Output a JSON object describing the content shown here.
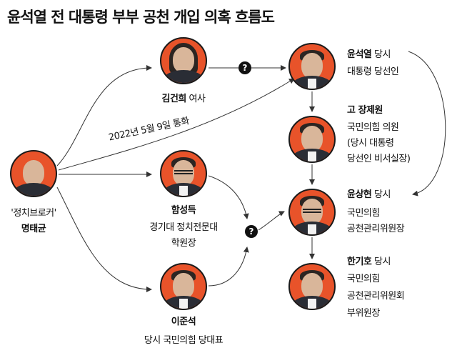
{
  "title": "윤석열 전 대통령 부부 공천 개입 의혹 흐름도",
  "question_mark": "?",
  "call_label": "2022년 5월 9일 통화",
  "people": {
    "kim": {
      "name": "김건희",
      "role": "여사"
    },
    "yoon": {
      "name": "윤석열",
      "role_suffix": "당시",
      "line2": "대통령 당선인"
    },
    "jang": {
      "name": "고 장제원",
      "line1": "국민의힘 의원",
      "line2": "(당시 대통령",
      "line3": "당선인 비서실장)"
    },
    "myung": {
      "prefix": "'정치브로커'",
      "name": "명태균"
    },
    "ham": {
      "name": "함성득",
      "line1": "경기대 정치전문대",
      "line2": "학원장"
    },
    "yunsang": {
      "name": "윤상현",
      "role_suffix": "당시",
      "line1": "국민의힘",
      "line2": "공천관리위원장"
    },
    "lee": {
      "name": "이준석",
      "line1": "당시 국민의힘 당대표"
    },
    "han": {
      "name": "한기호",
      "role_suffix": "당시",
      "line1": "국민의힘",
      "line2": "공천관리위원회",
      "line3": "부위원장"
    }
  },
  "colors": {
    "avatar_bg": "#e8532a",
    "line": "#333333",
    "text": "#111111"
  }
}
